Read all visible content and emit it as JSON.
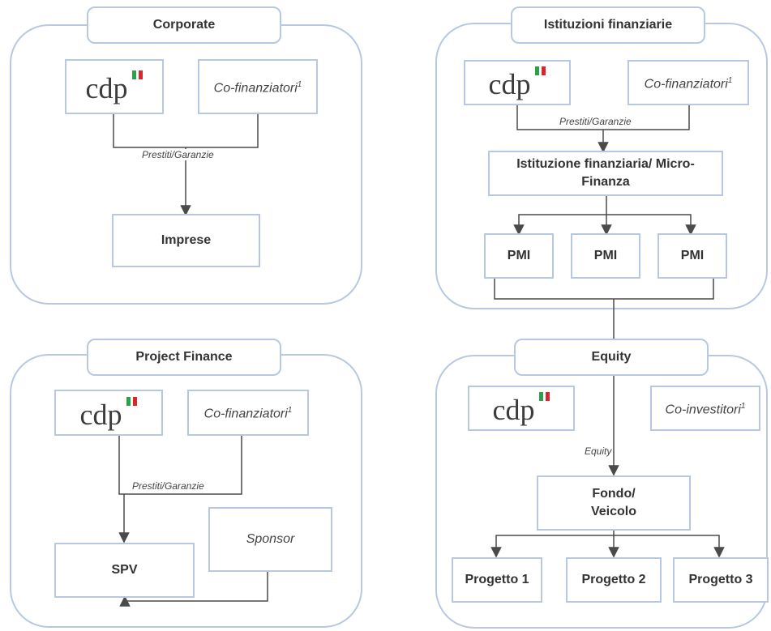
{
  "colors": {
    "panel_border": "#b9c8e2",
    "connector": "#4a4a4a",
    "flag_green": "#2fa04a",
    "flag_red": "#d9262e"
  },
  "logo": {
    "text": "cdp"
  },
  "panels": {
    "corporate": {
      "title": "Corporate",
      "cofin": "Co-finanziatori",
      "footnote": "1",
      "edge_label": "Prestiti/Garanzie",
      "target": "Imprese"
    },
    "istituzioni": {
      "title": "Istituzioni finanziarie",
      "cofin": "Co-finanziatori",
      "footnote": "1",
      "edge_label": "Prestiti/Garanzie",
      "middle": "Istituzione finanziaria/ Micro-Finanza",
      "leaves": [
        "PMI",
        "PMI",
        "PMI"
      ]
    },
    "project_finance": {
      "title": "Project Finance",
      "cofin": "Co-finanziatori",
      "footnote": "1",
      "edge_label": "Prestiti/Garanzie",
      "target": "SPV",
      "sponsor": "Sponsor"
    },
    "equity": {
      "title": "Equity",
      "cofin": "Co-investitori",
      "footnote": "1",
      "edge_label": "Equity",
      "middle": "Fondo/ Veicolo",
      "leaves": [
        "Progetto 1",
        "Progetto 2",
        "Progetto 3"
      ]
    }
  }
}
